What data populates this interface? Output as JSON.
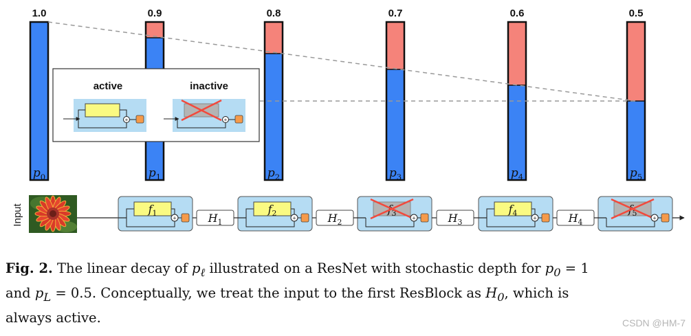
{
  "bars": [
    {
      "value_label": "1.0",
      "survival": 1.0,
      "p_symbol": "p",
      "p_sub": "0"
    },
    {
      "value_label": "0.9",
      "survival": 0.9,
      "p_symbol": "p",
      "p_sub": "1"
    },
    {
      "value_label": "0.8",
      "survival": 0.8,
      "p_symbol": "p",
      "p_sub": "2"
    },
    {
      "value_label": "0.7",
      "survival": 0.7,
      "p_symbol": "p",
      "p_sub": "3"
    },
    {
      "value_label": "0.6",
      "survival": 0.6,
      "p_symbol": "p",
      "p_sub": "4"
    },
    {
      "value_label": "0.5",
      "survival": 0.5,
      "p_symbol": "p",
      "p_sub": "5"
    }
  ],
  "legend": {
    "active_label": "active",
    "inactive_label": "inactive"
  },
  "network": {
    "input_label": "Input",
    "blocks": [
      {
        "f_symbol": "f",
        "f_sub": "1",
        "active": true
      },
      {
        "f_symbol": "f",
        "f_sub": "2",
        "active": true
      },
      {
        "f_symbol": "f",
        "f_sub": "3",
        "active": false
      },
      {
        "f_symbol": "f",
        "f_sub": "4",
        "active": true
      },
      {
        "f_symbol": "f",
        "f_sub": "5",
        "active": false
      }
    ],
    "transitions": [
      {
        "h_symbol": "H",
        "h_sub": "1"
      },
      {
        "h_symbol": "H",
        "h_sub": "2"
      },
      {
        "h_symbol": "H",
        "h_sub": "3"
      },
      {
        "h_symbol": "H",
        "h_sub": "4"
      }
    ]
  },
  "caption": {
    "fig_label": "Fig. 2.",
    "t1": " The linear decay of ",
    "t2": " illustrated on a ResNet with stochastic depth for ",
    "t3": "and ",
    "t4": ". Conceptually, we treat the input to the first ResBlock as ",
    "t5": ", which is",
    "t6": "always active.",
    "p_ell": "p",
    "ell": "ℓ",
    "eq1_lhs": "p",
    "eq1_sub": "0",
    "eq1_rhs": " = 1",
    "eq2_lhs": "p",
    "eq2_sub": "L",
    "eq2_rhs": " = 0.5",
    "h0": "H",
    "h0_sub": "0"
  },
  "watermark": "CSDN @HM-7",
  "colors": {
    "bar_blue": "#3b83f5",
    "bar_red": "#f5837a",
    "block_bg": "#b5dcf3",
    "f_yellow": "#fafa82",
    "orange": "#f59a4a",
    "cross_red": "#f2493c",
    "inactive_gray": "#b4b4b4"
  }
}
